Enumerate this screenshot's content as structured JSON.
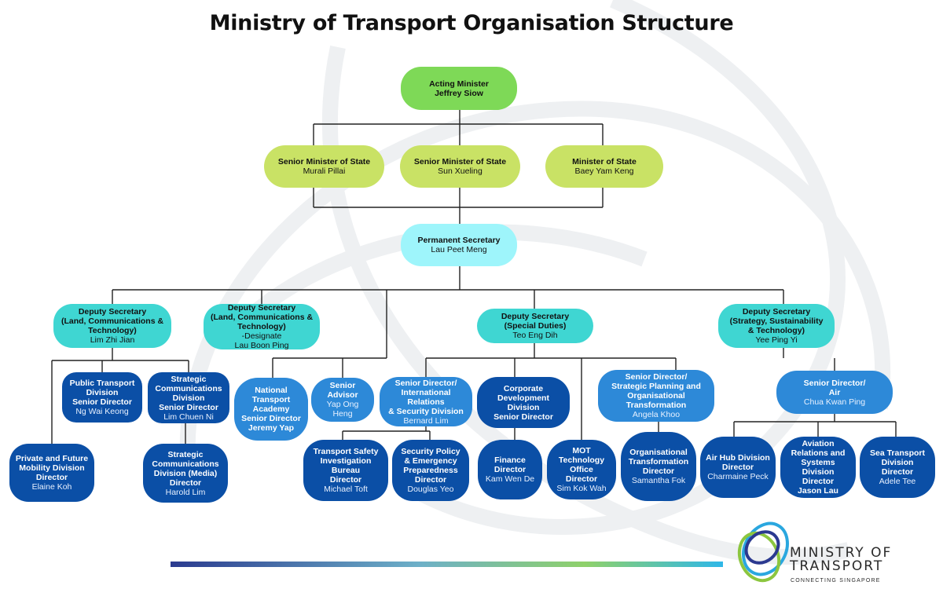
{
  "title": "Ministry of Transport Organisation Structure",
  "colors": {
    "minister": "#7ed957",
    "ministers_of_state": "#c9e265",
    "permanent_secretary": "#9ef5fb",
    "deputy_secretary": "#3fd6d2",
    "senior_director": "#2d89d8",
    "division": "#0b4fa6",
    "connector": "#222222"
  },
  "nodes": {
    "minister": {
      "role": "Acting Minister",
      "name": "Jeffrey Siow"
    },
    "sms_murali": {
      "role": "Senior Minister of State",
      "name": "Murali Pillai"
    },
    "sms_sun": {
      "role": "Senior Minister of State",
      "name": "Sun Xueling"
    },
    "mos_baey": {
      "role": "Minister of State",
      "name": "Baey Yam Keng"
    },
    "perm_sec": {
      "role": "Permanent Secretary",
      "name": "Lau Peet Meng"
    },
    "ds_lct": {
      "role": "Deputy Secretary\n(Land, Communications &\nTechnology)",
      "name": "Lim Zhi Jian"
    },
    "ds_lct_des": {
      "role": "Deputy Secretary\n(Land, Communications &\nTechnology)",
      "name": "-Designate\nLau Boon Ping"
    },
    "ds_special": {
      "role": "Deputy Secretary\n(Special Duties)",
      "name": "Teo Eng Dih"
    },
    "ds_sst": {
      "role": "Deputy Secretary\n(Strategy, Sustainability\n& Technology)",
      "name": "Yee Ping Yi"
    },
    "ptd": {
      "role": "Public Transport\nDivision\nSenior Director",
      "name": "Ng Wai Keong"
    },
    "scd": {
      "role": "Strategic\nCommunications\nDivision\nSenior Director",
      "name": "Lim Chuen Ni"
    },
    "pfmd": {
      "role": "Private and Future\nMobility Division\nDirector",
      "name": "Elaine Koh"
    },
    "scd_media": {
      "role": "Strategic\nCommunications\nDivision (Media)\nDirector",
      "name": "Harold Lim"
    },
    "nta": {
      "role": "National\nTransport\nAcademy\nSenior Director\nJeremy Yap",
      "name": ""
    },
    "senior_advisor": {
      "role": "Senior\nAdvisor",
      "name": "Yap Ong\nHeng"
    },
    "irsd": {
      "role": "Senior Director/\nInternational\nRelations\n& Security Division",
      "name": "Bernard Lim"
    },
    "cdd": {
      "role": "Corporate\nDevelopment\nDivision\nSenior Director",
      "name": ""
    },
    "mot_tech": {
      "role": "MOT\nTechnology\nOffice\nDirector",
      "name": "Sim Kok Wah"
    },
    "spot": {
      "role": "Senior Director/\nStrategic Planning and\nOrganisational\nTransformation",
      "name": "Angela Khoo"
    },
    "air": {
      "role": "Senior Director/\nAir",
      "name": "Chua Kwan Ping"
    },
    "tsib": {
      "role": "Transport Safety\nInvestigation\nBureau\nDirector",
      "name": "Michael Toft"
    },
    "speps": {
      "role": "Security Policy\n& Emergency\nPreparedness\nDirector",
      "name": "Douglas Yeo"
    },
    "finance": {
      "role": "Finance\nDirector",
      "name": "Kam Wen De"
    },
    "otd": {
      "role": "Organisational\nTransformation\nDirector",
      "name": "Samantha Fok"
    },
    "air_hub": {
      "role": "Air Hub Division\nDirector",
      "name": "Charmaine Peck"
    },
    "arsd": {
      "role": "Aviation\nRelations and\nSystems\nDivision\nDirector\nJason Lau",
      "name": ""
    },
    "sea": {
      "role": "Sea Transport\nDivision\nDirector",
      "name": "Adele Tee"
    }
  },
  "logo": {
    "line1": "MINISTRY OF",
    "line2": "TRANSPORT",
    "tagline": "CONNECTING SINGAPORE"
  }
}
